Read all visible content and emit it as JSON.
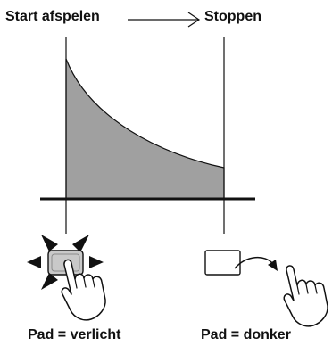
{
  "labels": {
    "start": "Start afspelen",
    "stop": "Stoppen",
    "pad_lit": "Pad = verlicht",
    "pad_dark": "Pad = donker"
  },
  "colors": {
    "fill": "#a0a0a0",
    "stroke": "#111111",
    "pad_lit_fill": "#c9c9c9",
    "background": "#ffffff"
  },
  "icons": {
    "lit_pad": "pad-lit-icon",
    "dark_pad": "pad-dark-icon",
    "pressing_hand": "pressing-hand-icon",
    "releasing_hand": "releasing-hand-icon",
    "flow_arrow": "arrow-right-icon",
    "release_arrow": "curved-arrow-icon"
  }
}
